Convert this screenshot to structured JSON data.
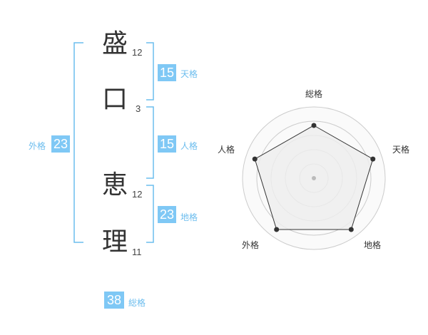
{
  "name": {
    "chars": [
      {
        "char": "盛",
        "strokes": "12"
      },
      {
        "char": "口",
        "strokes": "3"
      },
      {
        "char": "恵",
        "strokes": "12"
      },
      {
        "char": "理",
        "strokes": "11"
      }
    ]
  },
  "kakusu": {
    "tenkaku": {
      "value": "15",
      "label": "天格"
    },
    "jinkaku": {
      "value": "15",
      "label": "人格"
    },
    "chikaku": {
      "value": "23",
      "label": "地格"
    },
    "gaikaku": {
      "value": "23",
      "label": "外格"
    },
    "soukaku": {
      "value": "38",
      "label": "総格"
    }
  },
  "radar": {
    "axes": [
      "総格",
      "天格",
      "地格",
      "外格",
      "人格"
    ],
    "values": [
      0.74,
      0.87,
      0.89,
      0.89,
      0.87
    ],
    "rings": 5,
    "stroke_color": "#333333",
    "fill_color": "#eeeeee",
    "ring_color": "#cccccc"
  },
  "colors": {
    "accent": "#7fc8f5",
    "bracket": "#6cbdee"
  }
}
